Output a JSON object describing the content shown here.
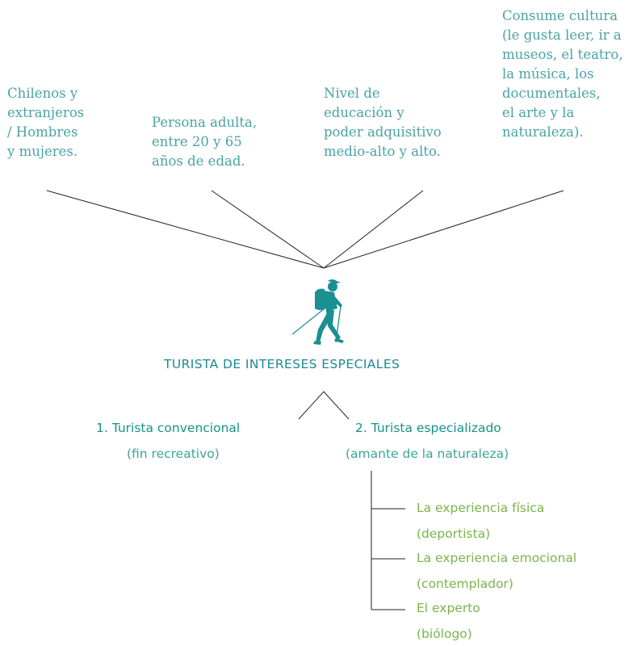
{
  "profile_traits": [
    {
      "lines": [
        "Chilenos y",
        "extranjeros",
        "/ Hombres",
        "y mujeres."
      ]
    },
    {
      "lines": [
        "Persona adulta,",
        "entre 20 y 65",
        "años de edad."
      ]
    },
    {
      "lines": [
        "Nivel de",
        "educación y",
        "poder adquisitivo",
        "medio-alto y alto."
      ]
    },
    {
      "lines": [
        "Consume cultura",
        "(le gusta leer, ir a",
        "museos, el teatro,",
        "la música, los",
        "documentales,",
        "el arte y la",
        "naturaleza)."
      ]
    }
  ],
  "central_icon": "hiker-with-backpack-and-poles-icon",
  "title": "TURISTA DE INTERESES ESPECIALES",
  "branches": [
    {
      "title": "1. Turista convencional",
      "subtitle": "(fin recreativo)"
    },
    {
      "title": "2. Turista especializado",
      "subtitle": "(amante de la naturaleza)"
    }
  ],
  "sub_branches": [
    {
      "title": "La experiencia física",
      "subtitle": "(deportista)"
    },
    {
      "title": "La experiencia emocional",
      "subtitle": "(contemplador)"
    },
    {
      "title": "El experto",
      "subtitle": "(biólogo)"
    }
  ],
  "colors": {
    "trait_text": "#49a3a6",
    "title_text": "#1b8a94",
    "branch_text": "#17918a",
    "sub_branch_text": "#7ab44a",
    "icon": "#1b8f91"
  }
}
